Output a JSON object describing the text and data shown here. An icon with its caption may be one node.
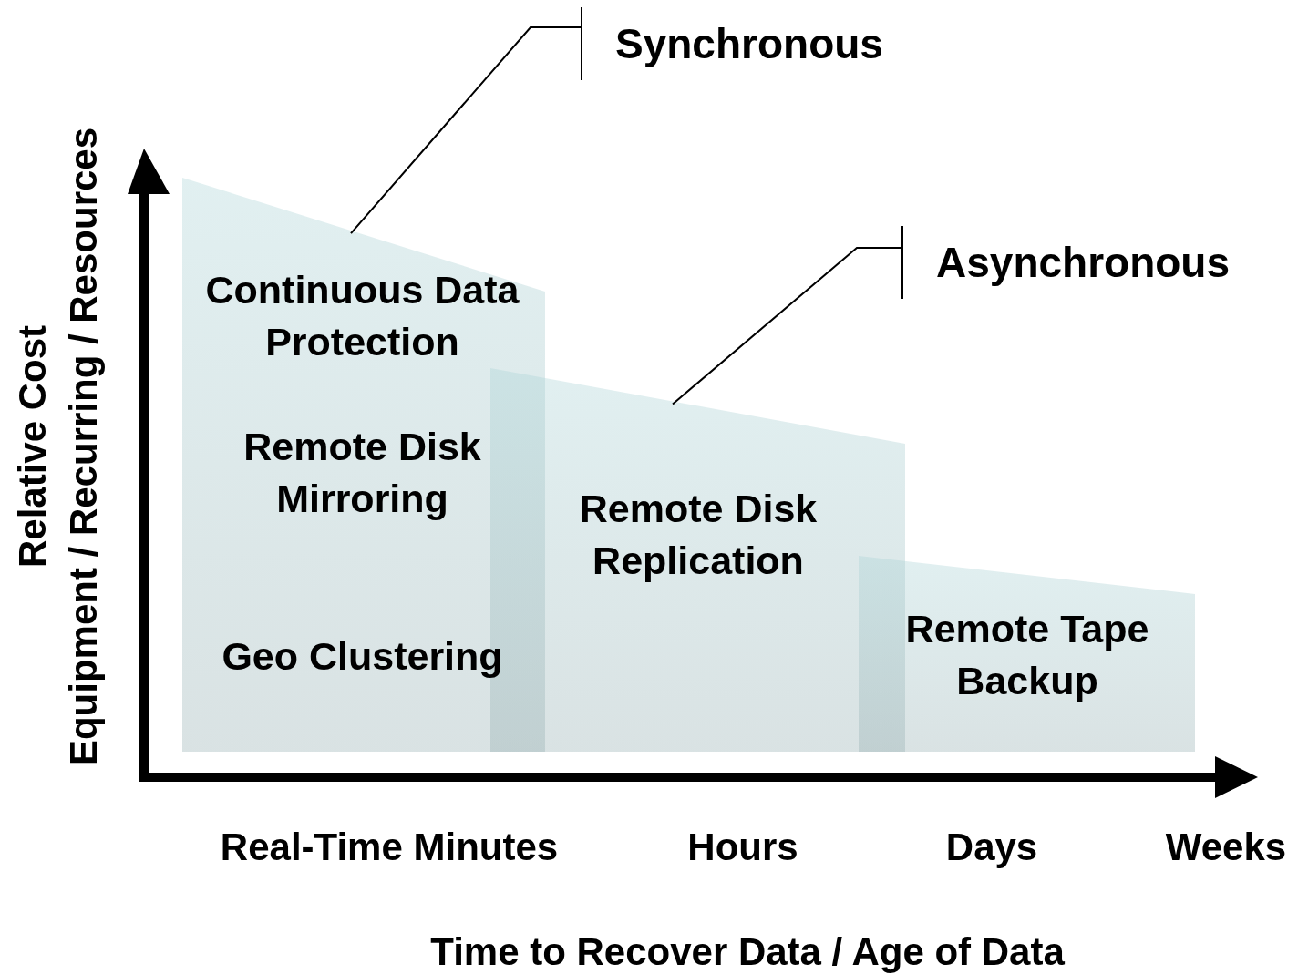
{
  "diagram": {
    "nodes": [
      {
        "text": [
          "Continuous Data Protection",
          "Remote Disk Mirroring",
          "Geo Clustering"
        ]
      },
      {
        "text": [
          "Remote Disk Replication"
        ]
      },
      {
        "text": [
          "Remote Tape Backup"
        ]
      },
      {
        "text": [
          "Synchronous"
        ]
      },
      {
        "text": [
          "Asynchronous"
        ]
      }
    ],
    "edges": [
      {
        "from": 3,
        "to": 0,
        "arrow": "none"
      },
      {
        "from": 4,
        "to": 1,
        "arrow": "none"
      }
    ],
    "labels": [
      "Relative Cost",
      "Equipment / Recurring / Resources",
      "Real-Time Minutes",
      "Hours",
      "Days",
      "Weeks",
      "Time to Recover Data / Age of Data"
    ]
  }
}
